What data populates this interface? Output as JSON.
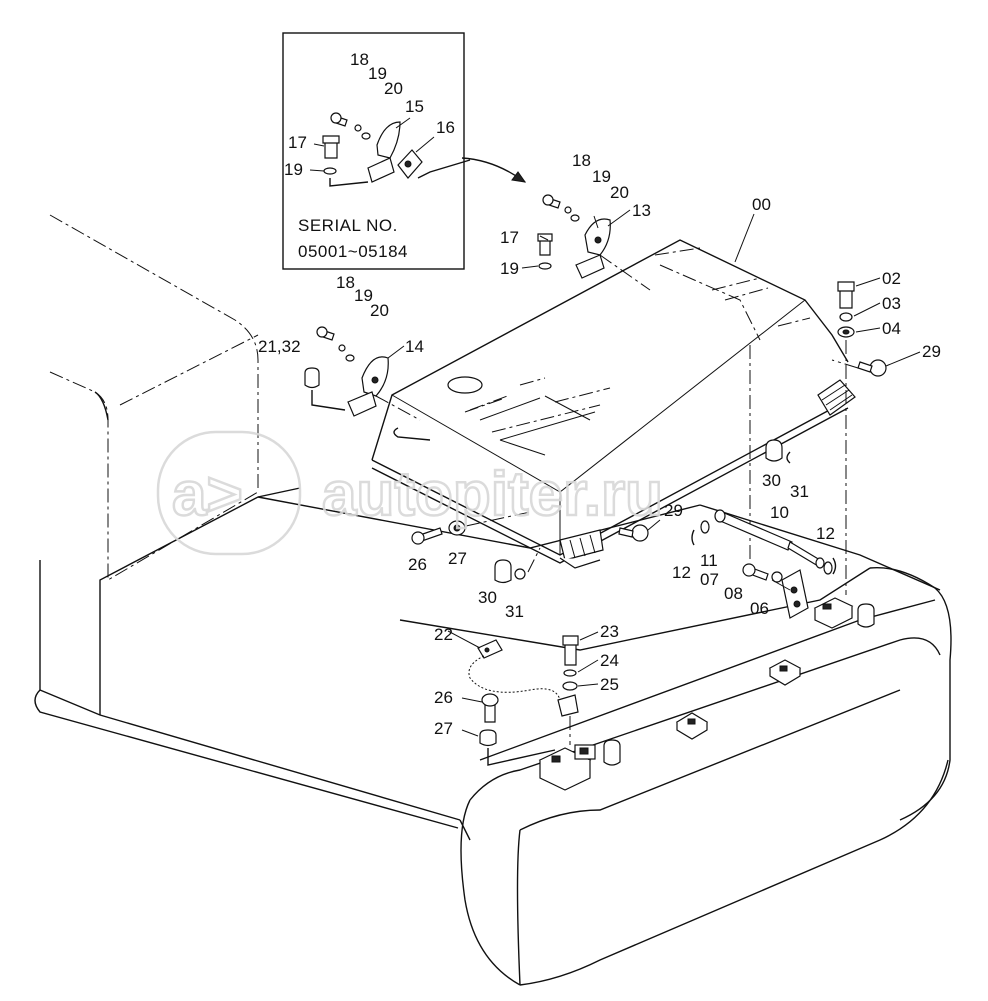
{
  "inset": {
    "serial_label": "SERIAL NO.",
    "serial_range": "05001~05184",
    "part_labels": [
      "18",
      "19",
      "20",
      "15",
      "16",
      "17",
      "19"
    ]
  },
  "watermark": {
    "text": "autopiter.ru",
    "logo": "a>"
  },
  "part_labels": [
    "18",
    "19",
    "20",
    "13",
    "17",
    "19",
    "00",
    "02",
    "03",
    "04",
    "29",
    "18",
    "19",
    "20",
    "21,32",
    "14",
    "30",
    "31",
    "10",
    "12",
    "11",
    "12",
    "07",
    "08",
    "06",
    "26",
    "27",
    "29",
    "30",
    "31",
    "22",
    "23",
    "24",
    "25",
    "26",
    "27"
  ],
  "colors": {
    "line": "#111111",
    "watermark": "#d8d8d8",
    "background": "#ffffff"
  }
}
